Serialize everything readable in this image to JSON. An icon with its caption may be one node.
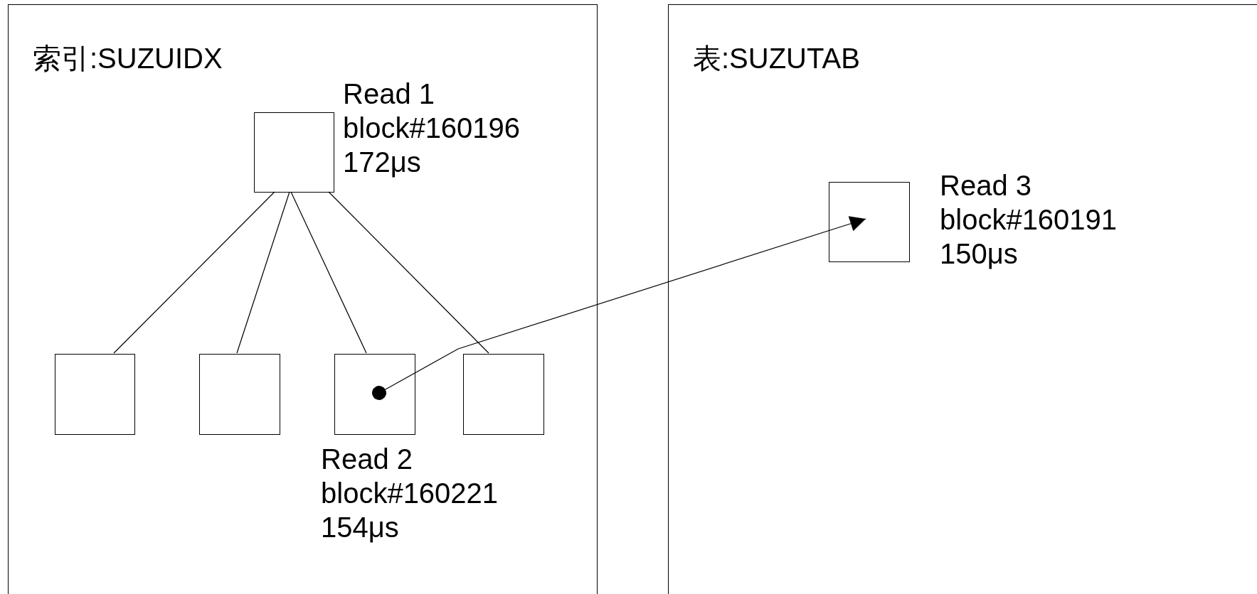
{
  "diagram": {
    "nodes": [
      {
        "text": [
          "索引:SUZUIDX"
        ]
      },
      {
        "text": [],
        "shape": "box",
        "in": 0,
        "beside": [
          "Read 1",
          "block#160196",
          "172μs"
        ]
      },
      {
        "text": [],
        "shape": "box",
        "in": 0
      },
      {
        "text": [],
        "shape": "box",
        "in": 0
      },
      {
        "text": [],
        "shape": "box",
        "in": 0,
        "beside": [
          "Read 2",
          "block#160221",
          "154μs"
        ]
      },
      {
        "text": [],
        "shape": "box",
        "in": 0
      },
      {
        "text": [
          "表:SUZUTAB"
        ]
      },
      {
        "text": [],
        "shape": "box",
        "in": 6,
        "beside": [
          "Read 3",
          "block#160191",
          "150μs"
        ]
      }
    ],
    "edges": [
      {
        "from": 1,
        "to": 2,
        "arrow": "none"
      },
      {
        "from": 1,
        "to": 3,
        "arrow": "none"
      },
      {
        "from": 1,
        "to": 4,
        "arrow": "none"
      },
      {
        "from": 1,
        "to": 5,
        "arrow": "none"
      },
      {
        "from": 4,
        "to": 7,
        "arrow": "to"
      }
    ]
  }
}
